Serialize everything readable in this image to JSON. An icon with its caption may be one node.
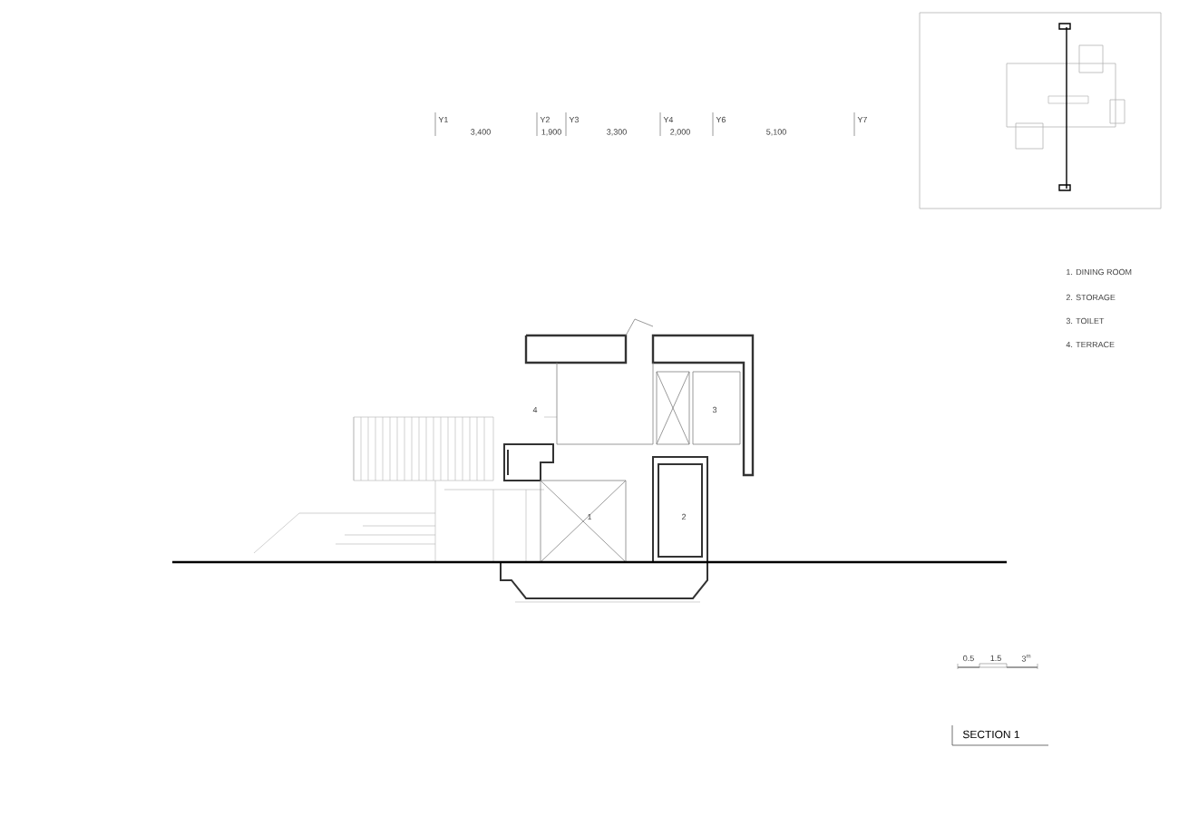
{
  "diagram": {
    "title": "SECTION 1",
    "labels": [
      "Y1",
      "3,400",
      "Y2",
      "1,900",
      "Y3",
      "3,300",
      "Y4",
      "2,000",
      "Y6",
      "5,100",
      "Y7",
      "1. DINING ROOM",
      "2. STORAGE",
      "3. TOILET",
      "4. TERRACE",
      "4",
      "3",
      "1",
      "2",
      "0.5",
      "1.5",
      "3$^{m}$"
    ]
  }
}
